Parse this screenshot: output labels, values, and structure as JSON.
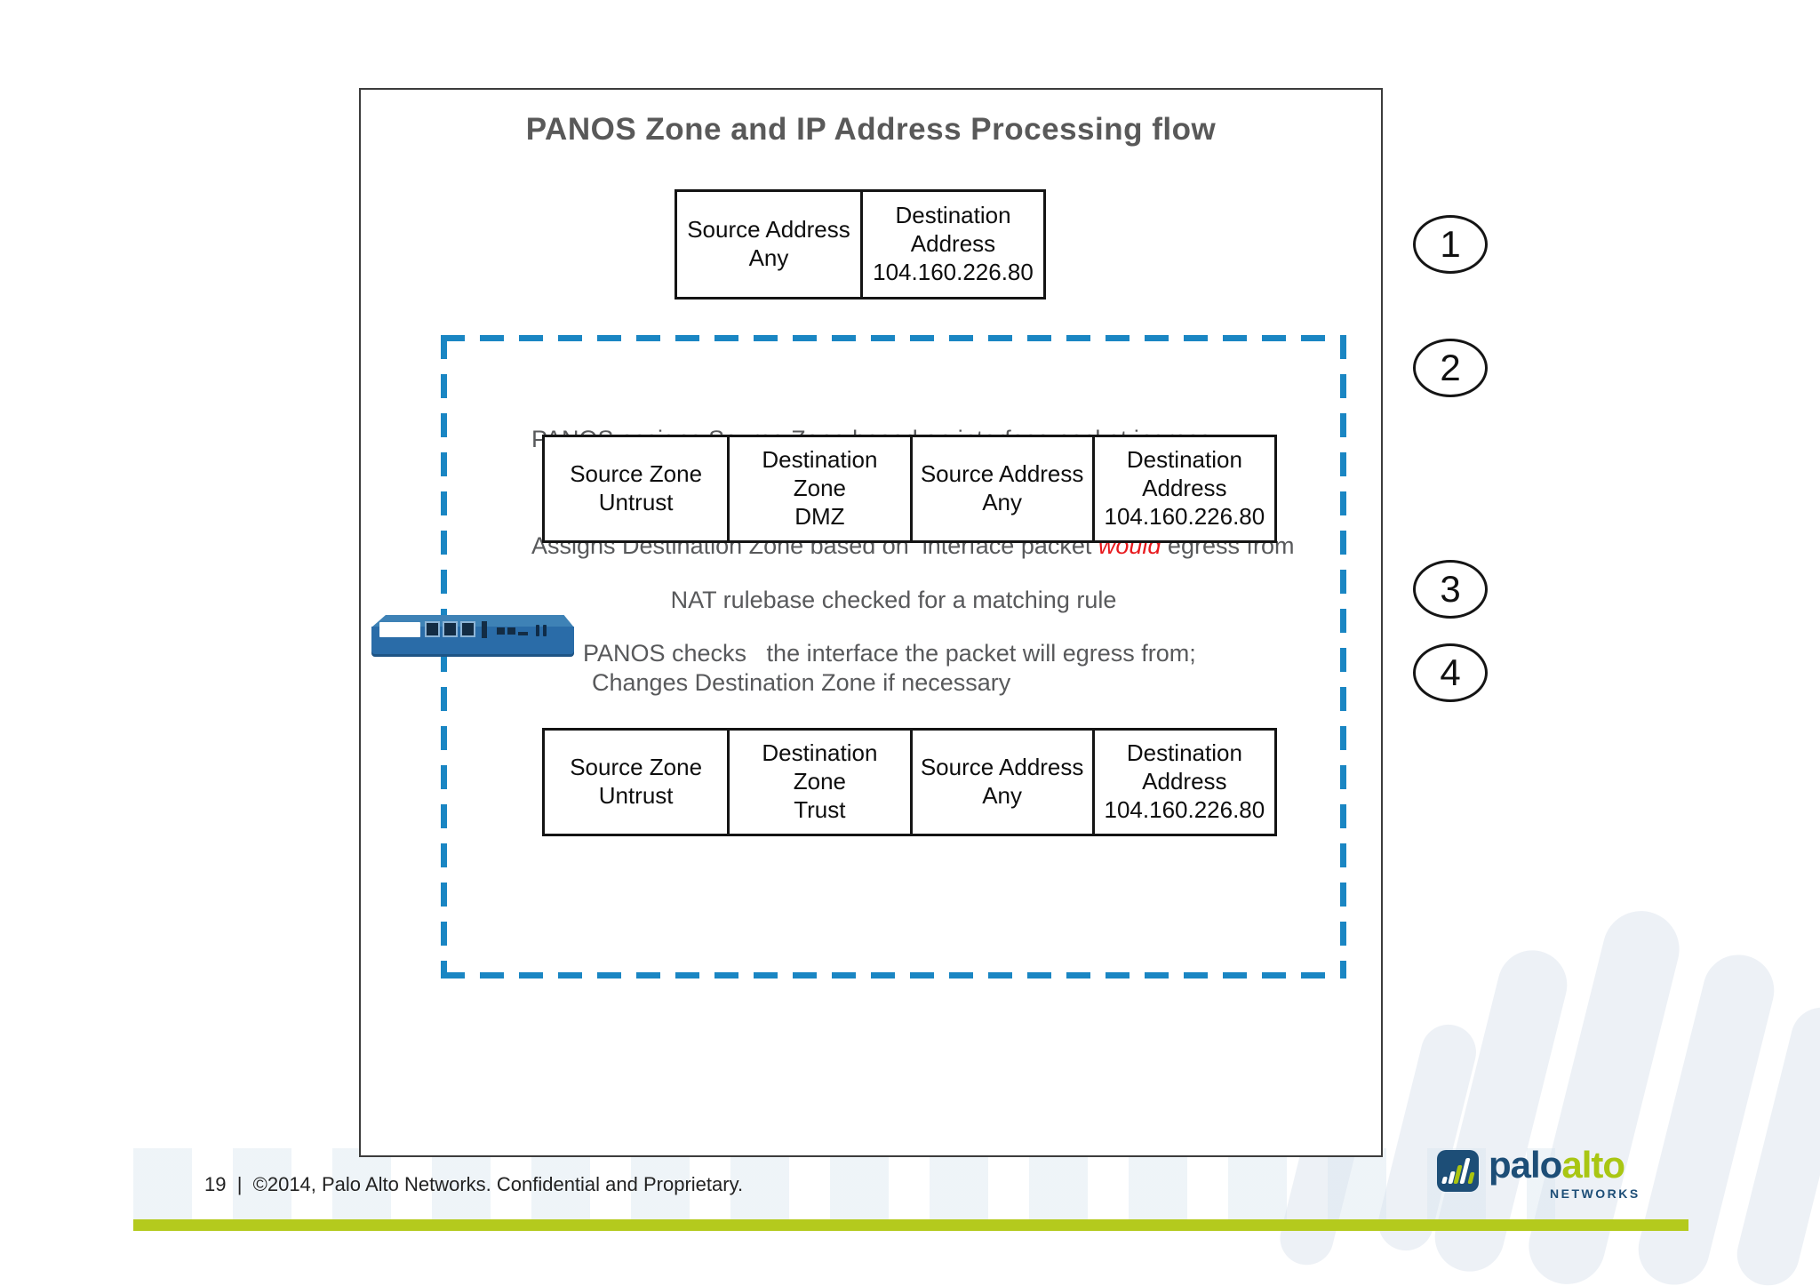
{
  "slide": {
    "title": "PANOS Zone and IP Address Processing flow",
    "footer_text": "19  |  ©2014, Palo Alto Networks. Confidential and Proprietary."
  },
  "steps": [
    "1",
    "2",
    "3",
    "4"
  ],
  "packet_table": {
    "source_address": "Source Address\nAny",
    "destination_address": "Destination\nAddress\n104.160.226.80"
  },
  "zone_assignment": {
    "line1": "PANOS assigns Source Zone based on interface packet ingress;",
    "line2_pre": "Assigns Destination Zone based on  interface packet ",
    "line2_emphasis": "would",
    "line2_post": " egress from"
  },
  "pre_nat_table": {
    "source_zone": "Source Zone\nUntrust",
    "destination_zone": "Destination\nZone\nDMZ",
    "source_address": "Source Address\nAny",
    "destination_address": "Destination\nAddress\n104.160.226.80"
  },
  "nat_check_text": "NAT rulebase checked for a matching rule",
  "egress_check": {
    "line1": "PANOS checks   the interface the packet will egress from;",
    "line2": "Changes Destination Zone if necessary"
  },
  "post_nat_table": {
    "source_zone": "Source Zone\nUntrust",
    "destination_zone": "Destination\nZone\nTrust",
    "source_address": "Source Address\nAny",
    "destination_address": "Destination\nAddress\n104.160.226.80"
  },
  "logo": {
    "word_part1": "palo",
    "word_part2": "alto",
    "subtitle": "NETWORKS"
  },
  "colors": {
    "dashed_border_blue": "#1a86c3",
    "emphasis_red": "#e8191d",
    "footer_bar_green": "#b4ca1d",
    "logo_blue": "#1d4e77",
    "logo_green": "#a9c613",
    "body_text_gray": "#58595b"
  }
}
